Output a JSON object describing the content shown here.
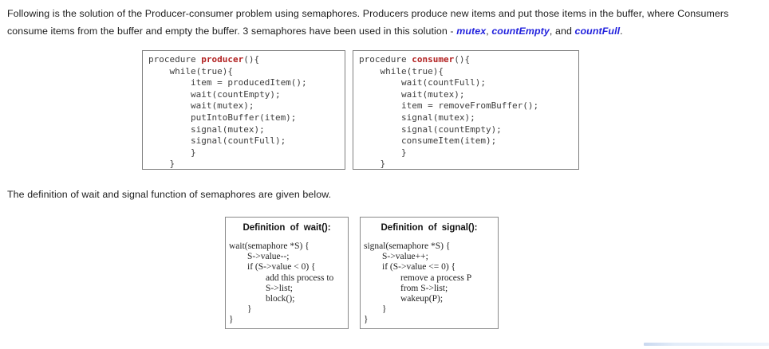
{
  "colors": {
    "semaphore_blue": "#2222dd",
    "keyword_red": "#b22222",
    "code_gray": "#3d3d3d",
    "box_border_gray": "#7f7f7f",
    "faint_line_blue": "#c9d8ef"
  },
  "intro": {
    "line1": "Following is the solution of the Producer-consumer problem using semaphores. Producers produce new items and put those items in the buffer, where Consumers",
    "line2_prefix": "consume items from the buffer and empty the buffer. 3 semaphores have been used in this solution - ",
    "sem1": "mutex",
    "sep1": ", ",
    "sem2": "countEmpty",
    "sep2": ", and ",
    "sem3": "countFull",
    "end": "."
  },
  "producer_box": {
    "header": {
      "prefix": "procedure ",
      "keyword": "producer",
      "suffix": "(){"
    },
    "lines": [
      "    while(true){",
      "        item = producedItem();",
      "        wait(countEmpty);",
      "        wait(mutex);",
      "        putIntoBuffer(item);",
      "        signal(mutex);",
      "        signal(countFull);",
      "        }",
      "    }"
    ]
  },
  "consumer_box": {
    "header": {
      "prefix": "procedure ",
      "keyword": "consumer",
      "suffix": "(){"
    },
    "lines": [
      "    while(true){",
      "        wait(countFull);",
      "        wait(mutex);",
      "        item = removeFromBuffer();",
      "        signal(mutex);",
      "        signal(countEmpty);",
      "        consumeItem(item);",
      "        }",
      "    }"
    ]
  },
  "mid_text": "The definition of wait and signal function of semaphores are given below.",
  "wait_box": {
    "title": "Definition of wait():",
    "lines": [
      "wait(semaphore *S) {",
      "        S->value--;",
      "        if (S->value < 0) {",
      "                add this process to",
      "                S->list;",
      "                block();",
      "        }",
      "}"
    ]
  },
  "signal_box": {
    "title": "Definition of signal():",
    "lines": [
      "signal(semaphore *S) {",
      "        S->value++;",
      "        if (S->value <= 0) {",
      "                remove a process P",
      "                from S->list;",
      "                wakeup(P);",
      "        }",
      "}"
    ]
  }
}
